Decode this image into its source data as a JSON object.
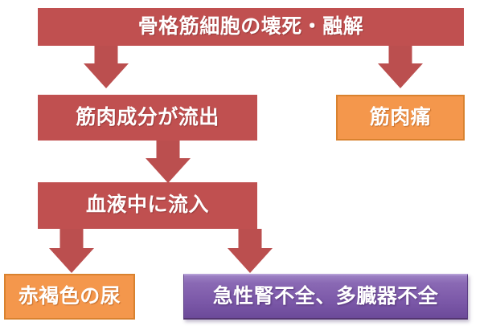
{
  "diagram": {
    "title_node": {
      "id": "skeletal-muscle-cell-necrosis",
      "label": "骨格筋細胞の壊死・融解",
      "color": "#c05050",
      "shape": "rectangle"
    },
    "nodes": [
      {
        "id": "muscle-components-outflow",
        "label": "筋肉成分が流出",
        "color": "#c05050",
        "shape": "rectangle"
      },
      {
        "id": "muscle-pain",
        "label": "筋肉痛",
        "color": "#f4974c",
        "border_color": "#d9822f",
        "shape": "rectangle"
      },
      {
        "id": "inflow-into-blood",
        "label": "血液中に流入",
        "color": "#c05050",
        "shape": "rectangle"
      },
      {
        "id": "reddish-brown-urine",
        "label": "赤褐色の尿",
        "color": "#f4974c",
        "border_color": "#d9822f",
        "shape": "rectangle"
      },
      {
        "id": "acute-renal-failure-multi-organ-failure",
        "label": "急性腎不全、多臓器不全",
        "color": "#7b58a8",
        "shape": "rectangle"
      }
    ],
    "arrows": [
      {
        "id": "arrow-top-to-outflow",
        "direction": "down",
        "color": "#bb4f4f"
      },
      {
        "id": "arrow-top-to-muscle-pain",
        "direction": "down",
        "color": "#bb4f4f"
      },
      {
        "id": "arrow-outflow-to-blood",
        "direction": "down",
        "color": "#bb4f4f"
      },
      {
        "id": "arrow-blood-to-urine",
        "direction": "down",
        "color": "#bb4f4f"
      },
      {
        "id": "arrow-blood-to-renal-failure",
        "direction": "down",
        "color": "#bb4f4f"
      }
    ]
  }
}
